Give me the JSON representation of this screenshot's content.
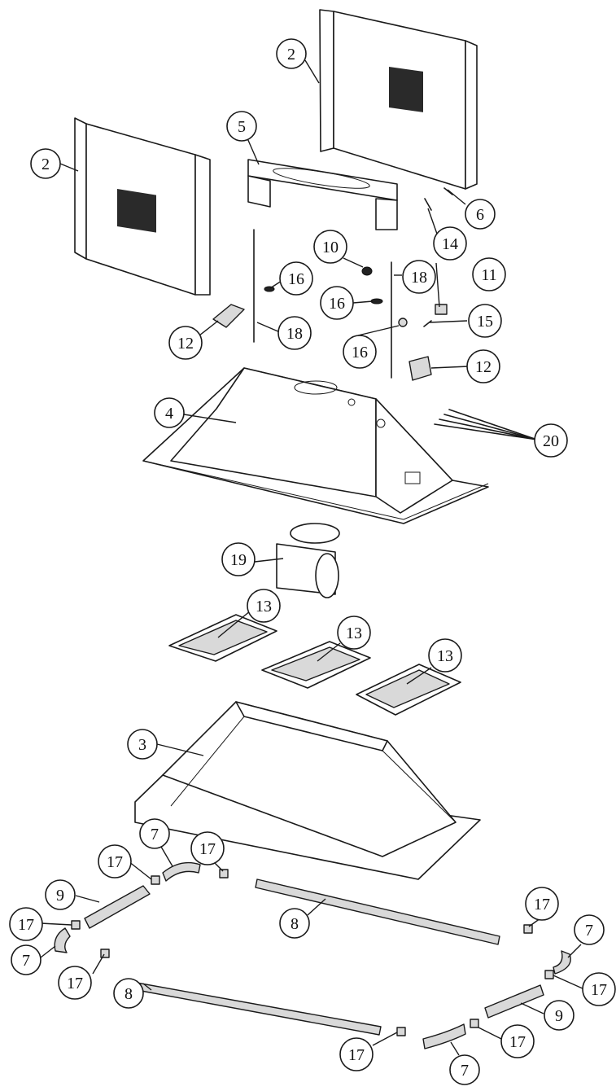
{
  "callouts": [
    {
      "id": "c2a",
      "label": "2"
    },
    {
      "id": "c2b",
      "label": "2"
    },
    {
      "id": "c5",
      "label": "5"
    },
    {
      "id": "c6",
      "label": "6"
    },
    {
      "id": "c14",
      "label": "14"
    },
    {
      "id": "c10",
      "label": "10"
    },
    {
      "id": "c18a",
      "label": "18"
    },
    {
      "id": "c16a",
      "label": "16"
    },
    {
      "id": "c11",
      "label": "11"
    },
    {
      "id": "c16b",
      "label": "16"
    },
    {
      "id": "c15",
      "label": "15"
    },
    {
      "id": "c12a",
      "label": "12"
    },
    {
      "id": "c18b",
      "label": "18"
    },
    {
      "id": "c16c",
      "label": "16"
    },
    {
      "id": "c12b",
      "label": "12"
    },
    {
      "id": "c4",
      "label": "4"
    },
    {
      "id": "c20",
      "label": "20"
    },
    {
      "id": "c19",
      "label": "19"
    },
    {
      "id": "c13a",
      "label": "13"
    },
    {
      "id": "c13b",
      "label": "13"
    },
    {
      "id": "c13c",
      "label": "13"
    },
    {
      "id": "c3",
      "label": "3"
    },
    {
      "id": "c7a",
      "label": "7"
    },
    {
      "id": "c17a",
      "label": "17"
    },
    {
      "id": "c17b",
      "label": "17"
    },
    {
      "id": "c9a",
      "label": "9"
    },
    {
      "id": "c8a",
      "label": "8"
    },
    {
      "id": "c17c",
      "label": "17"
    },
    {
      "id": "c17d",
      "label": "17"
    },
    {
      "id": "c7b",
      "label": "7"
    },
    {
      "id": "c7c",
      "label": "7"
    },
    {
      "id": "c17e",
      "label": "17"
    },
    {
      "id": "c17f",
      "label": "17"
    },
    {
      "id": "c8b",
      "label": "8"
    },
    {
      "id": "c9b",
      "label": "9"
    },
    {
      "id": "c17g",
      "label": "17"
    },
    {
      "id": "c17h",
      "label": "17"
    },
    {
      "id": "c7d",
      "label": "7"
    }
  ]
}
